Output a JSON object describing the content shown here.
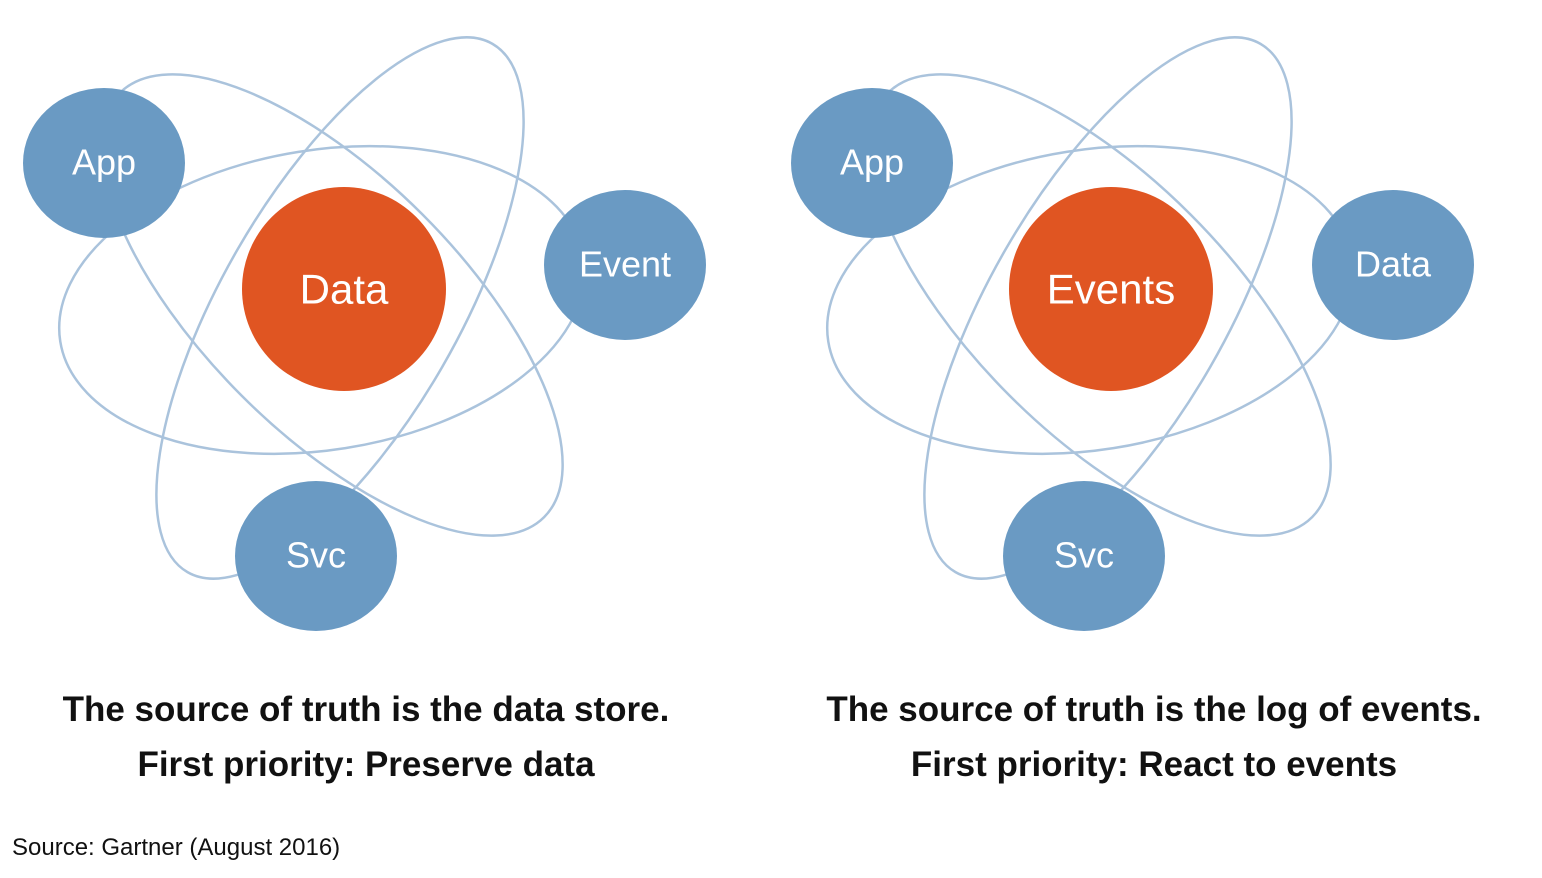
{
  "panels": [
    {
      "core_label": "Data",
      "nodes": {
        "app": "App",
        "right": "Event",
        "bottom": "Svc"
      },
      "caption_line1": "The source of truth is the data store.",
      "caption_line2": "First priority: Preserve data"
    },
    {
      "core_label": "Events",
      "nodes": {
        "app": "App",
        "right": "Data",
        "bottom": "Svc"
      },
      "caption_line1": "The source of truth is the log of events.",
      "caption_line2": "First priority: React to events"
    }
  ],
  "source": "Source: Gartner (August 2016)",
  "colors": {
    "orbit": "#aac3dc",
    "node": "#6a9ac3",
    "core": "#e05522",
    "label": "#ffffff"
  }
}
